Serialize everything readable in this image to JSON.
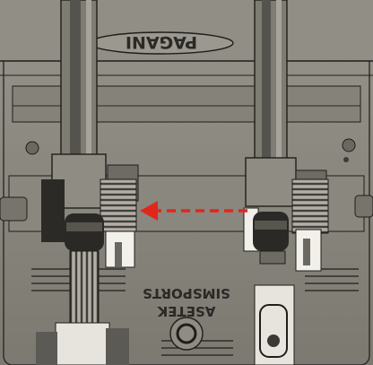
{
  "render": {
    "brand_top": "PAGANI",
    "brand_bottom_line1": "ASETEK",
    "brand_bottom_line2": "SIMSPORTS"
  },
  "colors": {
    "body": "#8e8b83",
    "body_dark": "#55534e",
    "line": "#1e1d1b",
    "arrow": "#e1261c",
    "highlight": "#d9d6cf"
  },
  "annotation": {
    "type": "arrow",
    "direction": "left",
    "style": "dashed",
    "color": "#e1261c"
  }
}
